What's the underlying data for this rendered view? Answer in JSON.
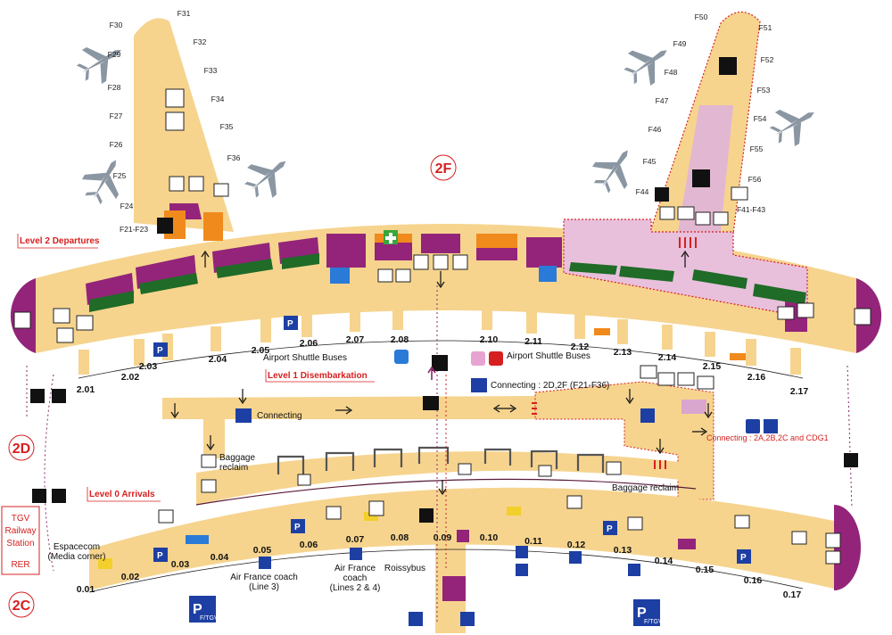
{
  "terminals": {
    "t2f": "2F",
    "t2d": "2D",
    "t2c": "2C"
  },
  "levels": {
    "departures": "Level 2 Departures",
    "disembarkation": "Level 1 Disembarkation",
    "arrivals": "Level 0 Arrivals"
  },
  "labels": {
    "connecting": "Connecting",
    "connecting_2d2f": "Connecting : 2D,2F (F21-F36)",
    "connecting_2a": "Connecting : 2A,2B,2C and CDG1",
    "airport_shuttle_1": "Airport Shuttle Buses",
    "airport_shuttle_2": "Airport Shuttle Buses",
    "baggage_reclaim_1a": "Baggage",
    "baggage_reclaim_1b": "reclaim",
    "baggage_reclaim_2": "Baggage reclaim",
    "af_coach_3a": "Air France coach",
    "af_coach_3b": "(Line 3)",
    "af_coach_24a": "Air France",
    "af_coach_24b": "coach",
    "af_coach_24c": "(Lines 2 & 4)",
    "roissybus": "Roissybus",
    "espacecom_a": "Espacecom",
    "espacecom_b": "(Media corner)",
    "tgv_1": "TGV",
    "tgv_2": "Railway",
    "tgv_3": "Station",
    "tgv_4": "RER",
    "parking_p": "P",
    "parking_sub": "F/TGV"
  },
  "level2_gates": [
    "2.01",
    "2.02",
    "2.03",
    "2.04",
    "2.05",
    "2.06",
    "2.07",
    "2.08",
    "2.10",
    "2.11",
    "2.12",
    "2.13",
    "2.14",
    "2.15",
    "2.16",
    "2.17"
  ],
  "level0_gates": [
    "0.01",
    "0.02",
    "0.03",
    "0.04",
    "0.05",
    "0.06",
    "0.07",
    "0.08",
    "0.09",
    "0.10",
    "0.11",
    "0.12",
    "0.13",
    "0.14",
    "0.15",
    "0.16",
    "0.17"
  ],
  "f_left": [
    "F30",
    "F31",
    "F29",
    "F32",
    "F28",
    "F33",
    "F27",
    "F34",
    "F26",
    "F35",
    "F25",
    "F36",
    "F24",
    "F21-F23"
  ],
  "f_right": [
    "F50",
    "F51",
    "F49",
    "F52",
    "F48",
    "F53",
    "F47",
    "F54",
    "F46",
    "F55",
    "F45",
    "F56",
    "F44",
    "F41-F43"
  ],
  "colors": {
    "floor": "#f6d48e",
    "lounge_purple": "#93247a",
    "orange": "#f08a1c",
    "green": "#1f6b27",
    "pink": "#d9a6cf",
    "blue": "#2a7ad8",
    "yellow": "#f2cf2a",
    "red": "#d62020",
    "sign_blue": "#1d3fa3"
  }
}
